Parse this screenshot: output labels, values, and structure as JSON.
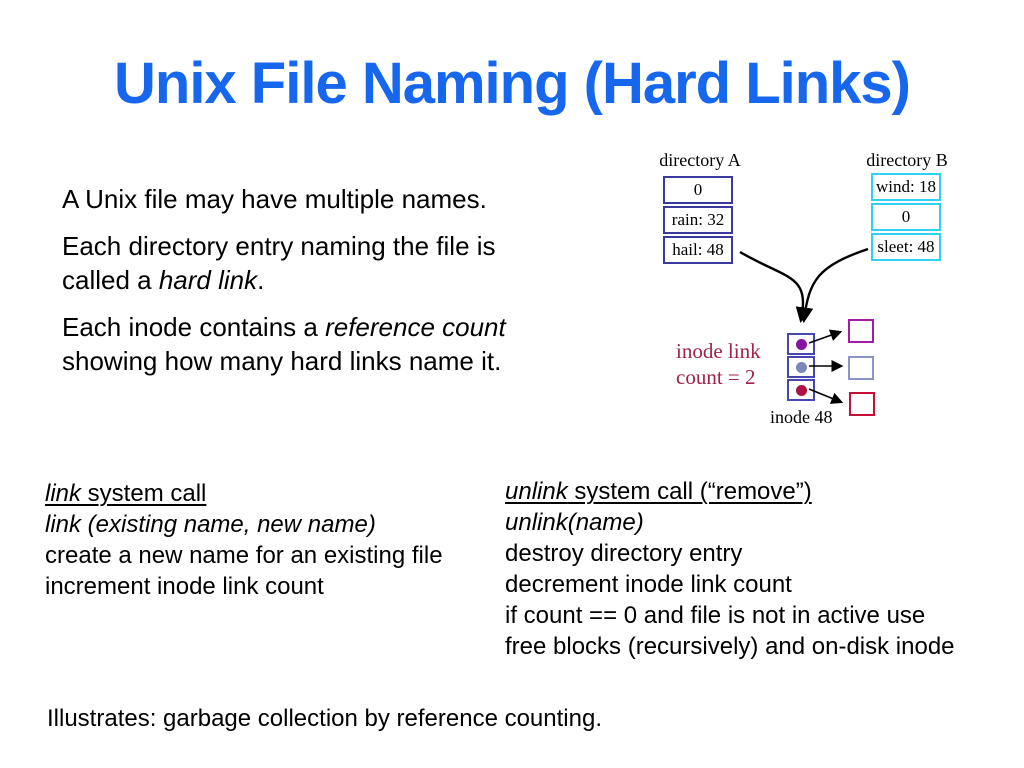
{
  "title": {
    "text": "Unix File Naming (Hard Links)",
    "color": "#1766ee"
  },
  "intro": {
    "p1": "A Unix file may have multiple names.",
    "p2": {
      "l1": "Each directory entry naming the file is",
      "l2a": "called a ",
      "l2b": "hard link",
      "l2c": "."
    },
    "p3": {
      "l1a": "Each inode contains a ",
      "l1b": "reference count",
      "l2": "showing how many hard links name it."
    }
  },
  "diagram": {
    "directory_a": {
      "label": "directory A",
      "border_color": "#3a3a9e",
      "rows": [
        "0",
        "rain: 32",
        "hail: 48"
      ]
    },
    "directory_b": {
      "label": "directory B",
      "border_color": "#2ed1f4",
      "rows": [
        "wind: 18",
        "0",
        "sleet: 48"
      ]
    },
    "inode": {
      "label": "inode 48",
      "note": {
        "line1": "inode link",
        "line2": "count = 2",
        "color": "#9f2247"
      },
      "border_color": "#4747b2",
      "slots": [
        {
          "dot_color": "#8812a2"
        },
        {
          "dot_color": "#7d86ba"
        },
        {
          "dot_color": "#aa1244"
        }
      ],
      "blocks": [
        {
          "border_color": "#a51ba6"
        },
        {
          "border_color": "#8a94c8"
        },
        {
          "border_color": "#c50f35"
        }
      ]
    }
  },
  "link_call": {
    "heading_italic": "link",
    "heading_rest": " system call",
    "signature": "link (existing name, new name)",
    "line3": "create a new name for an existing file",
    "line4": "increment inode link count"
  },
  "unlink_call": {
    "heading_italic": "unlink",
    "heading_rest": " system call (“remove”)",
    "signature": "unlink(name)",
    "line3": "destroy directory entry",
    "line4": "decrement inode link count",
    "line5": "if count == 0 and file is not in active use",
    "line6": "free blocks (recursively) and on-disk inode"
  },
  "footer": "Illustrates: garbage collection by reference counting."
}
